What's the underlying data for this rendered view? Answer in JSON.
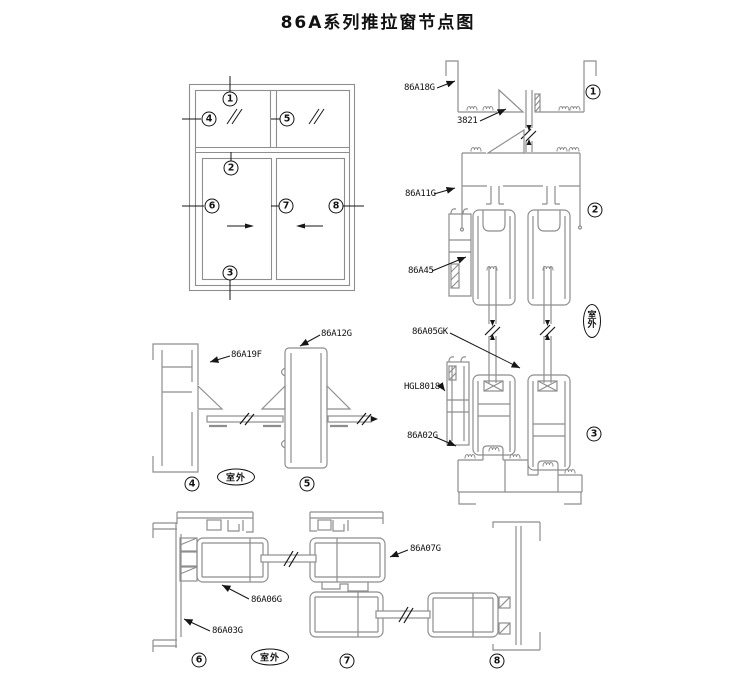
{
  "title": "86A系列推拉窗节点图",
  "outdoor_marker": "室外",
  "colors": {
    "profile_line": "#8e8e8e",
    "ink": "#161616",
    "background": "#ffffff"
  },
  "part_labels": {
    "head_frame": "86A18G",
    "glazing_bead": "3821",
    "transom": "86A11G",
    "mullion_adapter": "86A45",
    "glass_panel": "86A05GK",
    "interlock_profile": "HGL8018",
    "sill": "86A02G",
    "left_jamb": "86A19F",
    "fixed_mullion": "86A12G",
    "sash_bottom_rail": "86A06G",
    "frame_jamb": "86A03G",
    "sash_stile": "86A07G"
  },
  "section_numbers": {
    "n1": "1",
    "n2": "2",
    "n3": "3",
    "n4": "4",
    "n5": "5",
    "n6": "6",
    "n7": "7",
    "n8": "8"
  }
}
